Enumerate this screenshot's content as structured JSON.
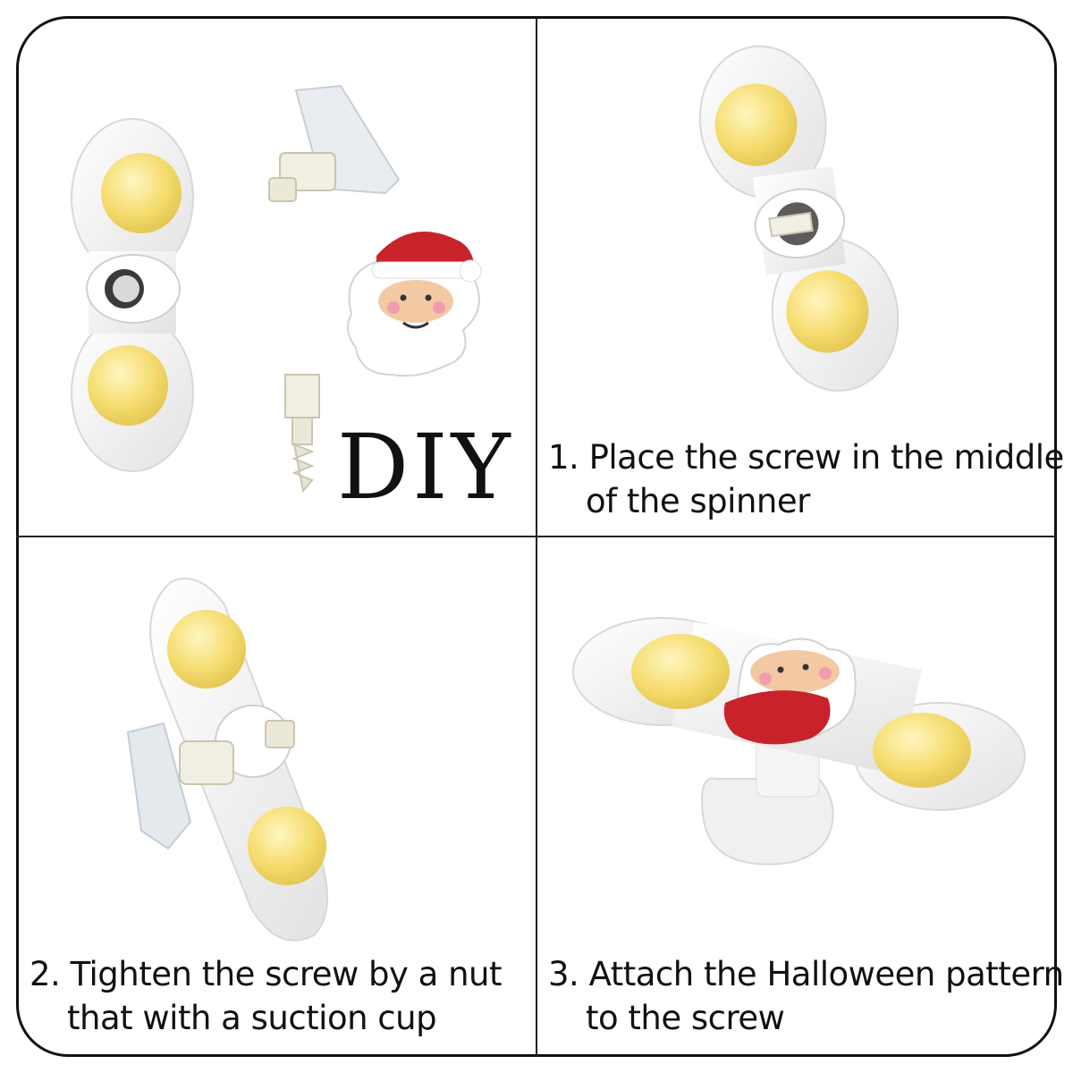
{
  "panels": {
    "top_left": {
      "label": "DIY"
    },
    "top_right": {
      "caption_line1": "1. Place the screw in the middle",
      "caption_line2": "of the spinner"
    },
    "bottom_left": {
      "caption_line1": "2. Tighten the screw by a nut",
      "caption_line2": "that with a suction cup"
    },
    "bottom_right": {
      "caption_line1": "3. Attach the Halloween pattern",
      "caption_line2": "to the screw"
    }
  },
  "colors": {
    "border": "#111111",
    "ball": "#f7e27e",
    "spinner": "#f4f4f4",
    "santa_red": "#c8232b",
    "santa_skin": "#f3c9a4"
  },
  "icons": [
    "spinner-icon",
    "suction-cup-icon",
    "santa-face-icon",
    "screw-icon"
  ]
}
